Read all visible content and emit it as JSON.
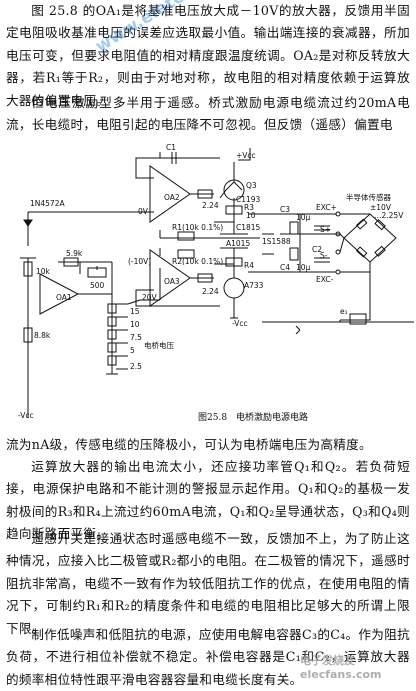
{
  "paragraphs": {
    "p1": "图 25.8 的OA₁是将基准电压放大成－10V的放大器，反馈用半固定电阻吸收基准电压的误差应选取最小值。输出端连接的衰减器，所加电压可变，但要求电阻值的相对精度跟温度统调。OA₂是对称反转放大器，若R₁等于R₂，则由于对地对称，故电阻的相对精度依赖于运算放大器的偏置电压。",
    "p2": "恒电压激励型多半用于遥感。桥式激励电源电缆流过约20mA电流，长电缆时，电阻引起的电压降不可忽视。但反馈（遥感）偏置电",
    "p3": "流为nA级，传感电缆的压降极小，可认为电桥端电压为高精度。",
    "p4": "运算放大器的输出电流太小，还应接功率管Q₁和Q₂。若负荷短接，电源保护电路和不能计测的警报显示起作用。Q₁和Q₂的基极一发射极间的R₃和R₄上流过约60mA电流，Q₁和Q₂呈导通状态，Q₃和Q₄则趋向断路而平衡。",
    "p5": "遥感开关是接通状态时遥感电缆不一致，反馈加不上，为了防止这种情况，应接入比二极管或R₂都小的电阻。在二极管的情况下，遥感时阻抗非常高，电缆不一致有作为较低阻抗工作的优点，在使用电阻的情况下，可制约R₁和R₂的精度条件和电缆的电阻相比足够大的所谓上限下限。",
    "p6": "制作低噪声和低阻抗的电源，应使用电解电容器C₃的C₄。作为阻抗负荷，不进行相位补偿就不稳定。补偿电容器是C₁和C₂，运算放大器的频率相位特性跟平滑电容器容量和电缆长度有关。"
  },
  "figure": {
    "caption": "图25.8　电桥激励电源电路",
    "labels": {
      "diode": "1N4572A",
      "r10k": "10k",
      "r59k": "5.9k",
      "r500": "500",
      "oa1": "OA1",
      "r88k": "8.8k",
      "vcc_minus": "-Vcc",
      "vcc_plus": "+Vcc",
      "c1": "C1",
      "oa2": "OA2",
      "q3": "Q3",
      "ref0v": "0V",
      "r224a": "2.24",
      "c1193": "C1193",
      "c1815": "C1815",
      "r3": "R3",
      "r4": "R4",
      "r10": "10",
      "r1": "R1(10k 0.1%)",
      "r2": "R2(10k 0.1%)",
      "minus10v": "(-10V)",
      "oa3": "OA3",
      "r224b": "2.24",
      "a1015": "A1015",
      "s1588": "1S1588",
      "a733": "A733",
      "vcc_minus2": "-Vcc",
      "v20": "20V",
      "v15": "15",
      "v10": "10",
      "v75": "7.5",
      "v5": "5",
      "v25": "2.5",
      "bridge_v": "电桥电压",
      "c3": "C3",
      "c4": "C4",
      "c2": "C2",
      "c10u_a": "10μ",
      "c10u_b": "10μ",
      "exc_p": "EXC+",
      "exc_m": "EXC-",
      "s_p": "S+",
      "s_m": "S-",
      "sensor": "半导体传感器",
      "sensor_v1": "±10V",
      "sensor_v2": "…2.25V",
      "sig": "e₁"
    }
  },
  "watermark": {
    "top": "www.eletecfans.com",
    "bottom": "电子发烧友 elecfans.com"
  }
}
